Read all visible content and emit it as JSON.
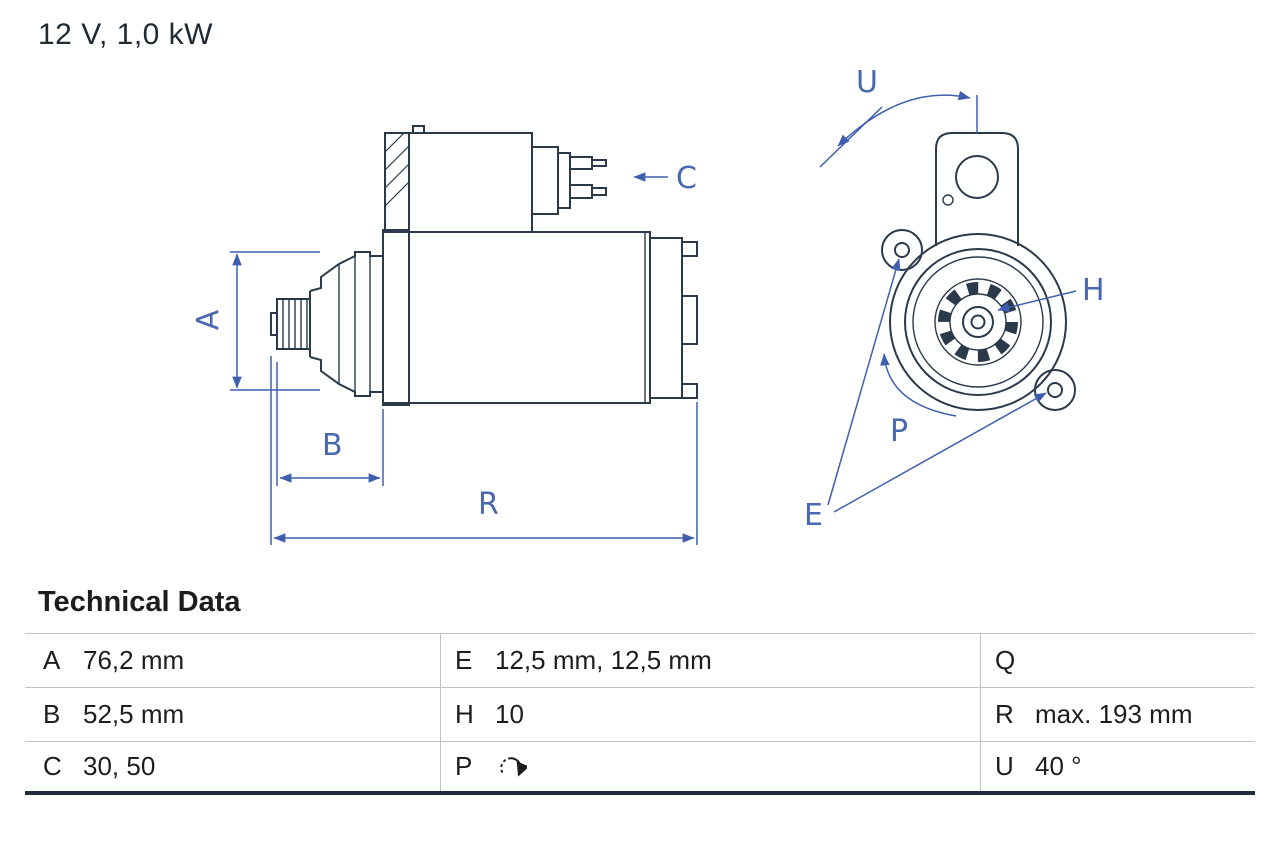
{
  "header": {
    "title": "12 V, 1,0 kW"
  },
  "diagram": {
    "description": "starter motor technical drawing, side view and front view",
    "labels": {
      "a": "A",
      "b": "B",
      "c": "C",
      "r": "R",
      "u": "U",
      "h": "H",
      "p": "P",
      "e": "E"
    },
    "colors": {
      "outline": "#2b3a4a",
      "dimension": "#3f5fae",
      "label": "#4a68b0"
    }
  },
  "technical_data": {
    "heading": "Technical Data",
    "rows": [
      [
        {
          "key": "A",
          "value": "76,2 mm"
        },
        {
          "key": "E",
          "value": "12,5 mm, 12,5 mm"
        },
        {
          "key": "Q",
          "value": ""
        }
      ],
      [
        {
          "key": "B",
          "value": "52,5 mm"
        },
        {
          "key": "H",
          "value": "10"
        },
        {
          "key": "R",
          "value": "max. 193 mm"
        }
      ],
      [
        {
          "key": "C",
          "value": "30, 50"
        },
        {
          "key": "P",
          "value": "",
          "icon": "rotation-direction-clockwise"
        },
        {
          "key": "U",
          "value": "40 °"
        }
      ]
    ],
    "colors": {
      "separator": "#c3c3c3",
      "bottom_border": "#1d2c3a",
      "text": "#1d1d1b"
    }
  }
}
